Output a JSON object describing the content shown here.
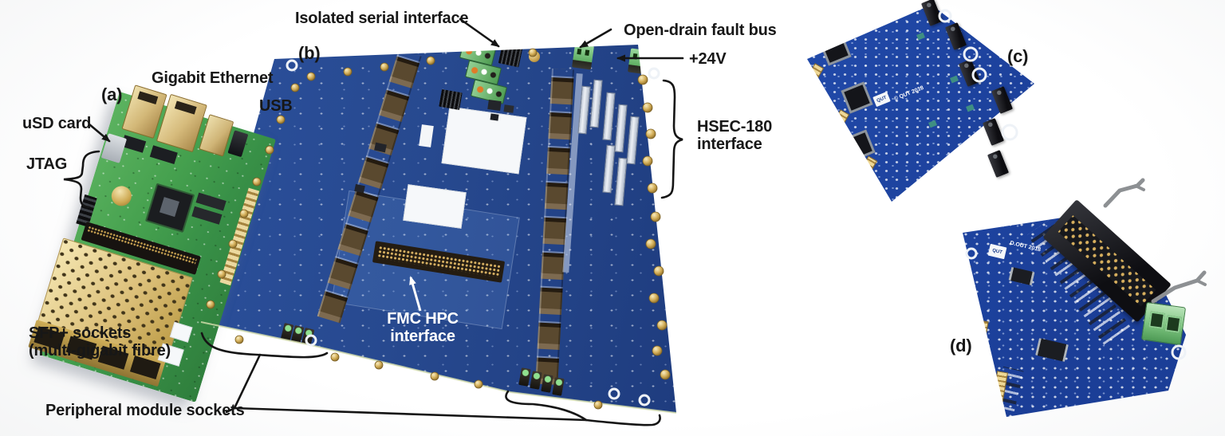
{
  "figure": {
    "panels": {
      "a": "(a)",
      "b": "(b)",
      "c": "(c)",
      "d": "(d)"
    },
    "labels": {
      "isolated_serial": "Isolated serial interface",
      "open_drain_fault_bus": "Open-drain fault bus",
      "plus_24v": "+24V",
      "gigabit_ethernet": "Gigabit Ethernet",
      "usb": "USB",
      "usd_card": "uSD card",
      "jtag": "JTAG",
      "sfp_line1": "SFP+ sockets",
      "sfp_line2": "(multi-gigabit fibre)",
      "hsec_line1": "HSEC-180",
      "hsec_line2": "interface",
      "fmc_line1": "FMC HPC",
      "fmc_line2": "interface",
      "peripheral_module_sockets": "Peripheral module sockets"
    },
    "board_text": {
      "qut": "QUT",
      "qut_year": "© QUT 2018",
      "d_out": "D.OUT 2018"
    },
    "colors": {
      "carrier_navy": "#1d3a7c",
      "module_blue": "#2450b4",
      "fpga_green": "#45a04e",
      "gold": "#d2b264",
      "terminal_green": "#7cc47f",
      "annotation": "#151515",
      "fmc_label": "#ffffff",
      "background": "#ffffff"
    }
  }
}
